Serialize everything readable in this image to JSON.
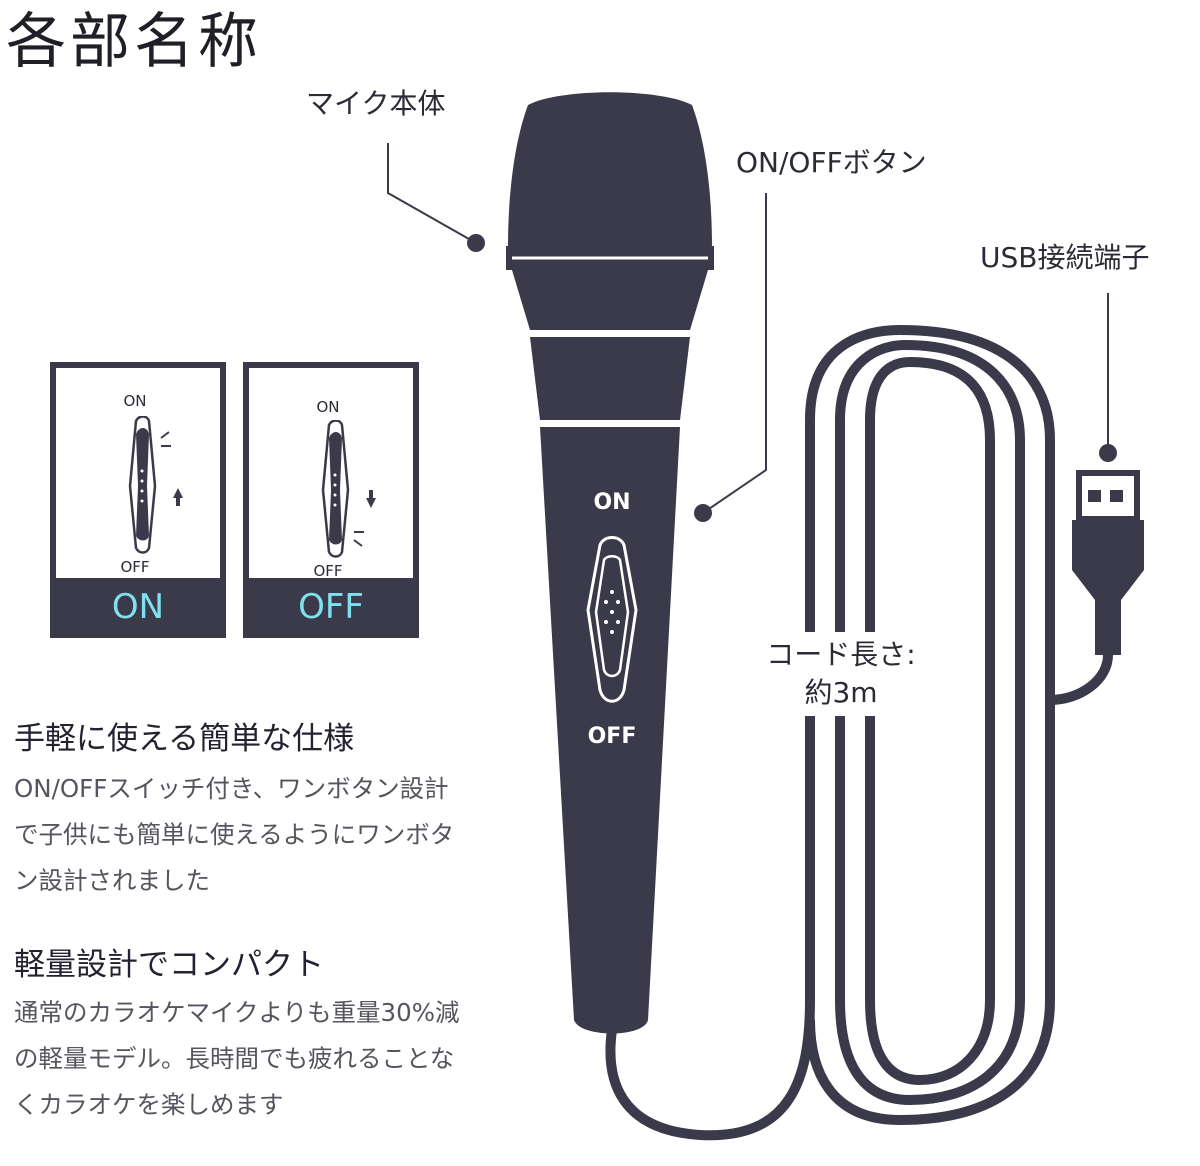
{
  "title": "各部名称",
  "labels": {
    "mic_body": "マイク本体",
    "on_off_button": "ON/OFFボタン",
    "usb_terminal": "USB接続端子",
    "cord_length_line1": "コード長さ:",
    "cord_length_line2": "約3m"
  },
  "mic_switch": {
    "on": "ON",
    "off": "OFF"
  },
  "switch_panels": [
    {
      "top_label": "ON",
      "bottom_label": "OFF",
      "caption": "ON",
      "arrow": "up-arrow"
    },
    {
      "top_label": "ON",
      "bottom_label": "OFF",
      "caption": "OFF",
      "arrow": "down-arrow"
    }
  ],
  "features": [
    {
      "heading": "手軽に使える簡単な仕様",
      "lines": [
        "ON/OFFスイッチ付き、ワンボタン設計",
        "で子供にも簡単に使えるようにワンボタ",
        "ン設計されました"
      ]
    },
    {
      "heading": "軽量設計でコンパクト",
      "lines": [
        "通常のカラオケマイクよりも重量30%減",
        "の軽量モデル。長時間でも疲れることな",
        "くカラオケを楽しめます"
      ]
    }
  ],
  "colors": {
    "body": "#3a3a4a",
    "accent": "#7fe0ee",
    "text": "#2b2b36",
    "subtext": "#55555e"
  }
}
